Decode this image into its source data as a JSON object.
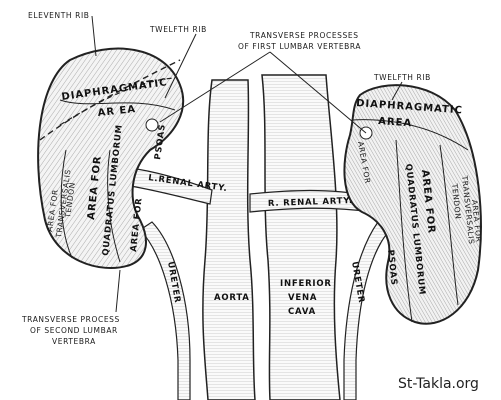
{
  "labels": {
    "eleventh_rib": "ELEVENTH RIB",
    "twelfth_rib_left": "TWELFTH RIB",
    "transverse_first_line1": "TRANSVERSE PROCESSES",
    "transverse_first_line2": "OF FIRST LUMBAR VERTEBRA",
    "twelfth_rib_right": "TWELFTH RIB",
    "diaphragmatic_left": "DIAPHRAGMATIC",
    "area_left": "AR EA",
    "diaphragmatic_right": "DIAPHRAGMATIC",
    "area_right": "AREA",
    "psoas_left_top": "PSOAS",
    "area_for_transversalis_left_1": "AREA FOR",
    "area_for_transversalis_left_2": "TRANSVERSALIS",
    "area_for_transversalis_left_3": "TENDON",
    "area_for_quadratus_left_1": "AREA FOR",
    "area_for_quadratus_left_2": "QUADRATUS LUMBORUM",
    "area_for_psoas_left": "AREA FOR",
    "l_renal_arty": "L.RENAL ARTY.",
    "r_renal_arty": "R. RENAL ARTY.",
    "area_for_right_psoas": "AREA FOR",
    "area_for_quadratus_right_1": "AREA FOR",
    "area_for_quadratus_right_2": "QUADRATUS LUMBORUM",
    "area_for_transversalis_right_1": "AREA FOR",
    "area_for_transversalis_right_2": "TRANSVERSALIS",
    "area_for_transversalis_right_3": "TENDON",
    "psoas_right": "PSOAS",
    "ureter_left": "URETER",
    "ureter_right": "URETER",
    "aorta": "AORTA",
    "inferior": "INFERIOR",
    "vena": "VENA",
    "cava": "CAVA",
    "transverse_second_line1": "TRANSVERSE PROCESS",
    "transverse_second_line2": "OF SECOND LUMBAR",
    "transverse_second_line3": "VERTEBRA",
    "watermark": "St-Takla.org"
  }
}
